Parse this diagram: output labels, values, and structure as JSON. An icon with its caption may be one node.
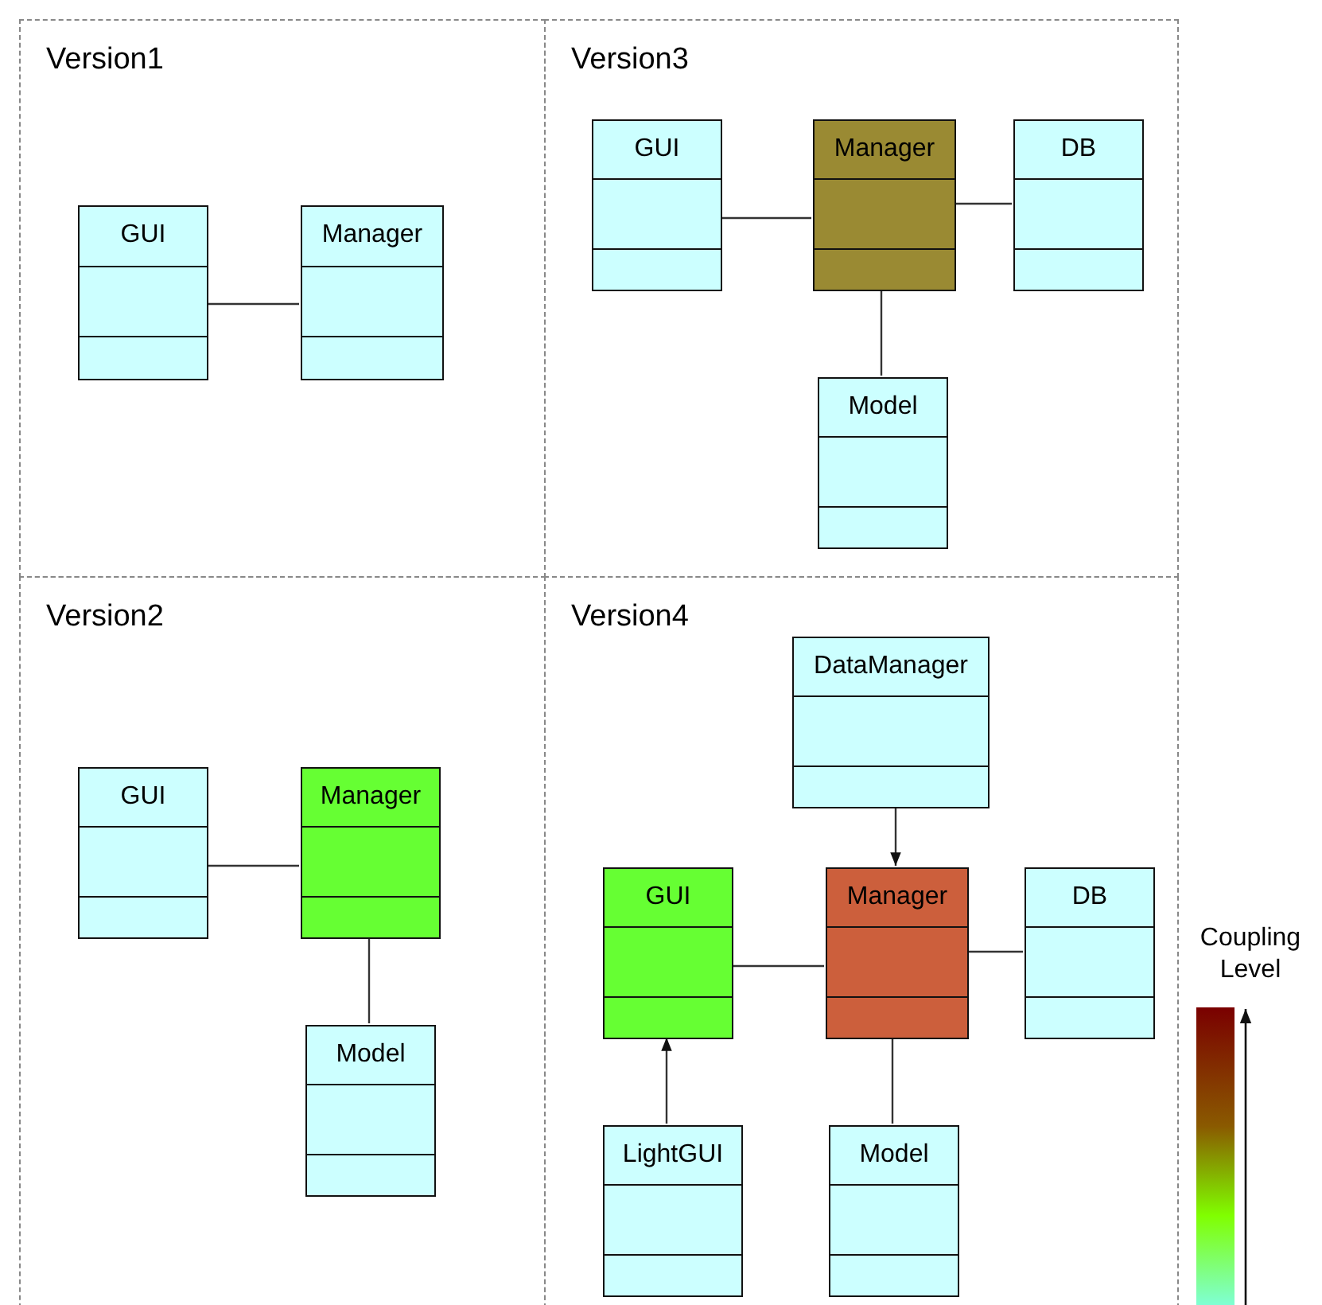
{
  "diagram": {
    "nodes": [
      {
        "text": [
          "Version1"
        ]
      },
      {
        "text": [
          "GUI"
        ],
        "in": 0
      },
      {
        "text": [
          "Manager"
        ],
        "in": 0
      },
      {
        "text": [
          "Version3"
        ]
      },
      {
        "text": [
          "GUI"
        ],
        "in": 3
      },
      {
        "text": [
          "Manager"
        ],
        "in": 3
      },
      {
        "text": [
          "DB"
        ],
        "in": 3
      },
      {
        "text": [
          "Model"
        ],
        "in": 3
      },
      {
        "text": [
          "Version2"
        ]
      },
      {
        "text": [
          "GUI"
        ],
        "in": 8
      },
      {
        "text": [
          "Manager"
        ],
        "in": 8
      },
      {
        "text": [
          "Model"
        ],
        "in": 8
      },
      {
        "text": [
          "Version4"
        ]
      },
      {
        "text": [
          "DataManager"
        ],
        "in": 12
      },
      {
        "text": [
          "GUI"
        ],
        "in": 12
      },
      {
        "text": [
          "Manager"
        ],
        "in": 12
      },
      {
        "text": [
          "DB"
        ],
        "in": 12
      },
      {
        "text": [
          "LightGUI"
        ],
        "in": 12
      },
      {
        "text": [
          "Model"
        ],
        "in": 12
      }
    ],
    "edges": [
      {
        "from": 1,
        "to": 2,
        "arrow": "none"
      },
      {
        "from": 4,
        "to": 5,
        "arrow": "none"
      },
      {
        "from": 5,
        "to": 6,
        "arrow": "none"
      },
      {
        "from": 5,
        "to": 7,
        "arrow": "none"
      },
      {
        "from": 9,
        "to": 10,
        "arrow": "none"
      },
      {
        "from": 10,
        "to": 11,
        "arrow": "none"
      },
      {
        "from": 13,
        "to": 15,
        "arrow": "to"
      },
      {
        "from": 14,
        "to": 15,
        "arrow": "none"
      },
      {
        "from": 15,
        "to": 16,
        "arrow": "none"
      },
      {
        "from": 17,
        "to": 14,
        "arrow": "to"
      },
      {
        "from": 15,
        "to": 18,
        "arrow": "none"
      }
    ],
    "labels": [
      "Coupling Level"
    ]
  }
}
